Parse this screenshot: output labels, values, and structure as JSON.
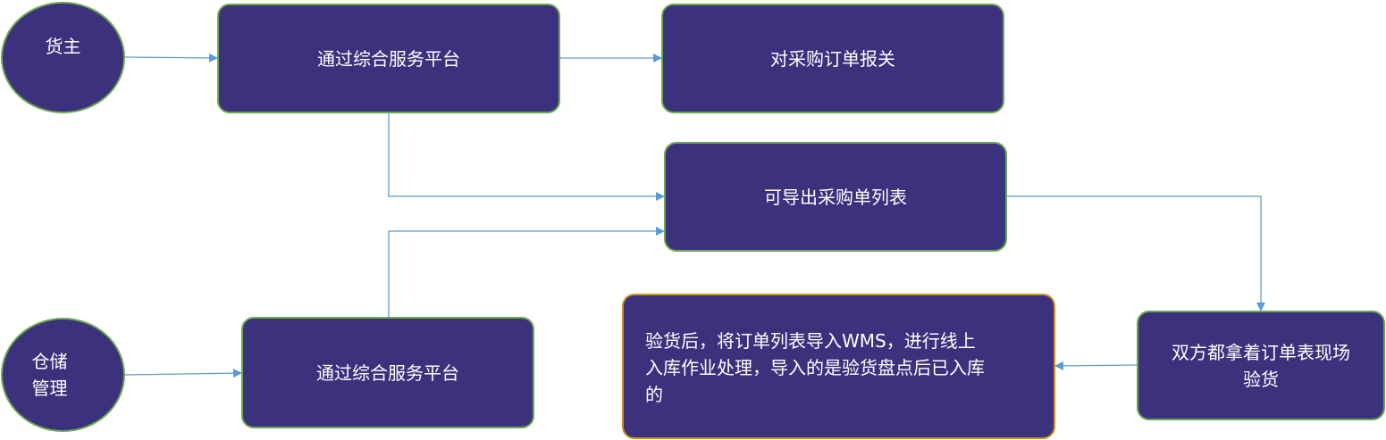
{
  "nodes": {
    "owner": "货主",
    "platform_top": "通过综合服务平台",
    "customs": "对采购订单报关",
    "export_list": "可导出采购单列表",
    "warehouse": "仓储\n管理",
    "platform_bottom": "通过综合服务平台",
    "inspect": "双方都拿着订单表现场\n验货",
    "import_wms": "验货后，将订单列表导入WMS，进行线上\n入库作业处理，导入的是验货盘点后已入库\n的"
  },
  "colors": {
    "node_fill": "#3b317c",
    "node_border": "#6aa84f",
    "highlight_border": "#c9901e",
    "connector": "#5b9bd5",
    "text": "#ffffff"
  }
}
